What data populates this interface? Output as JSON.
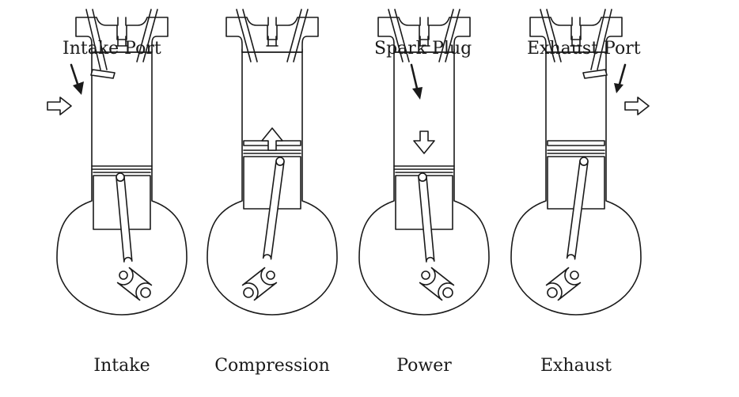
{
  "annotations": {
    "intake_port": "Intake Port",
    "spark_plug": "Spark Plug",
    "exhaust_port": "Exhaust Port"
  },
  "stages": [
    {
      "label": "Intake",
      "piston": "down",
      "arrow": "none",
      "intake_valve": "open",
      "exhaust_valve": "closed",
      "side_arrow": "in-left"
    },
    {
      "label": "Compression",
      "piston": "up",
      "arrow": "up",
      "intake_valve": "closed",
      "exhaust_valve": "closed",
      "side_arrow": "none"
    },
    {
      "label": "Power",
      "piston": "down",
      "arrow": "down",
      "intake_valve": "closed",
      "exhaust_valve": "closed",
      "side_arrow": "none"
    },
    {
      "label": "Exhaust",
      "piston": "up",
      "arrow": "none",
      "intake_valve": "closed",
      "exhaust_valve": "open",
      "side_arrow": "out-right"
    }
  ]
}
